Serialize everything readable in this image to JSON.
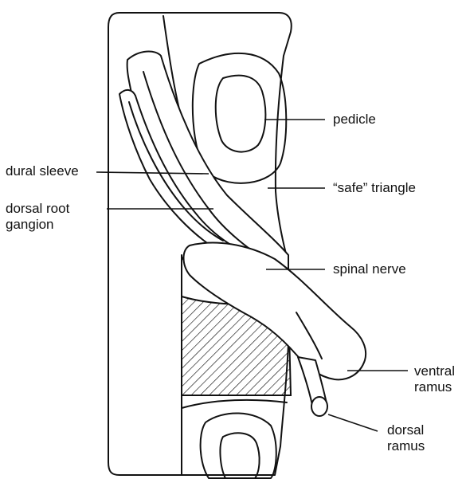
{
  "labels": {
    "pedicle": "pedicle",
    "dural_sleeve": "dural sleeve",
    "safe_triangle": "“safe” triangle",
    "dorsal_root_ganglion": "dorsal root\ngangion",
    "spinal_nerve": "spinal nerve",
    "ventral_ramus": "ventral\nramus",
    "dorsal_ramus": "dorsal\nramus"
  }
}
